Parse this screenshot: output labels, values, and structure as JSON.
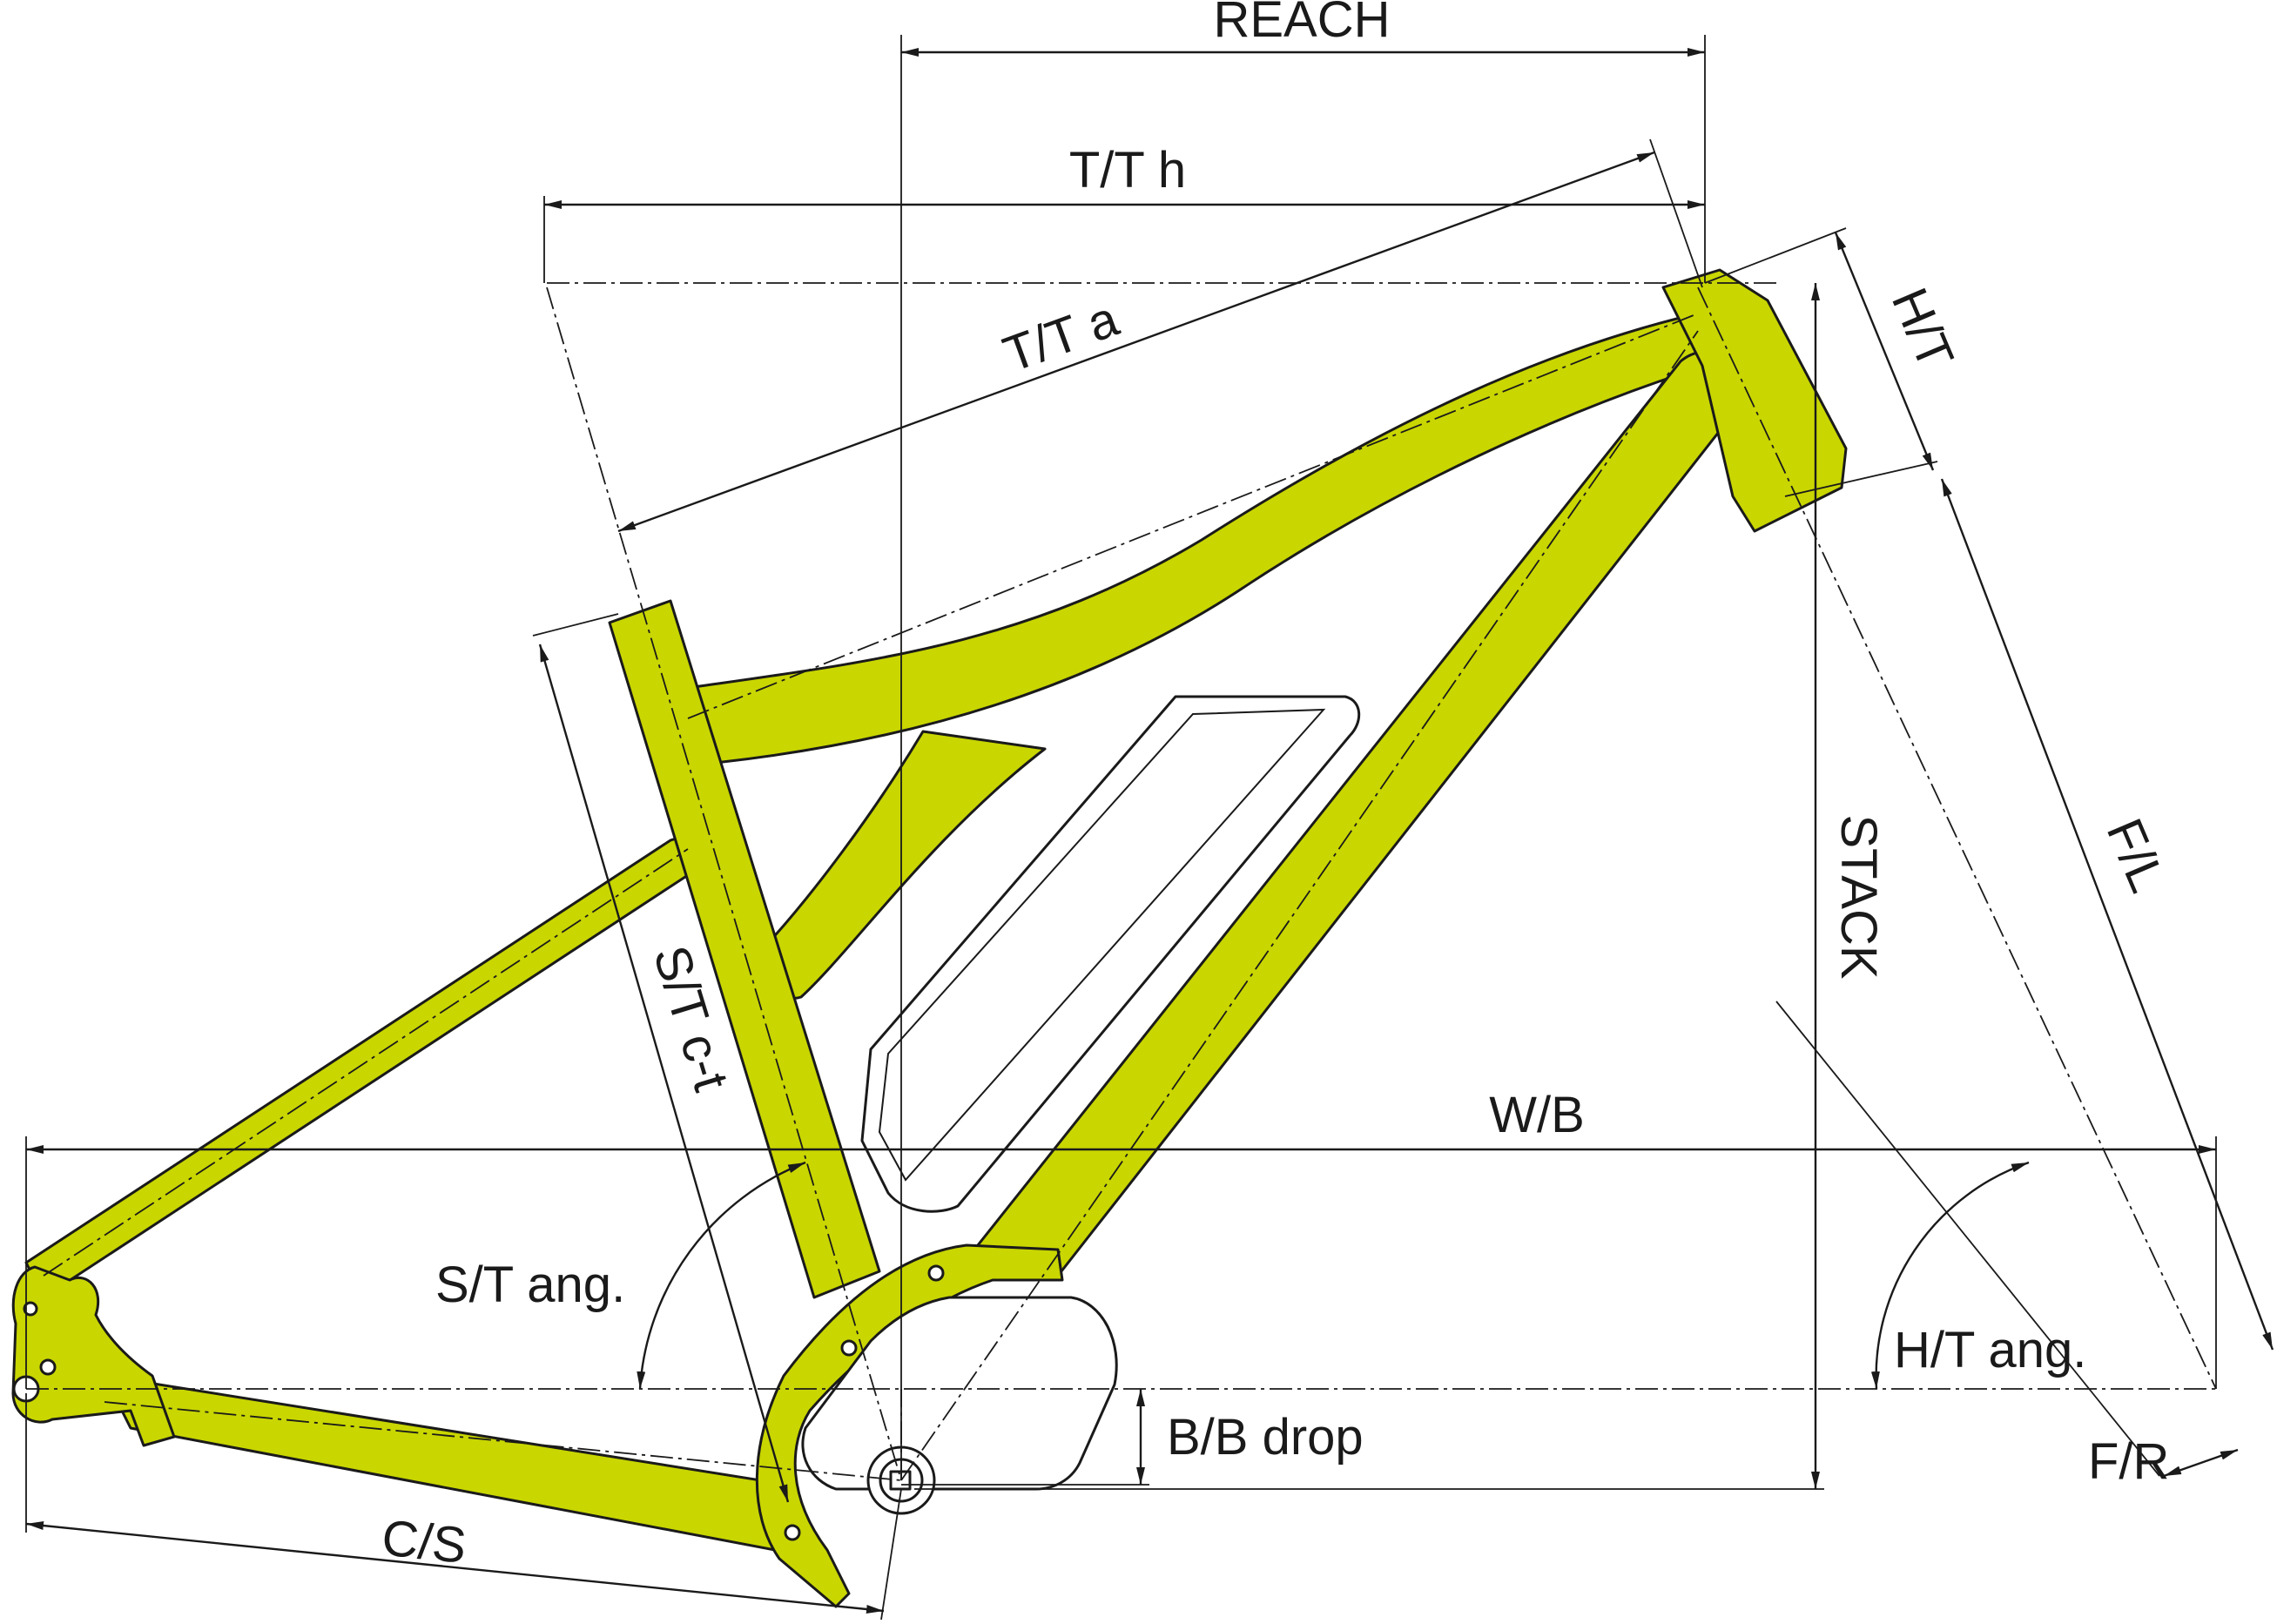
{
  "colors": {
    "frame": "#c9d600",
    "line": "#1a1a1a",
    "background": "#ffffff"
  },
  "labels": {
    "reach": "REACH",
    "top_tube_horizontal": "T/T h",
    "top_tube_actual": "T/T a",
    "head_tube": "H/T",
    "fork_length": "F/L",
    "stack": "STACK",
    "seat_tube_ct": "S/T c-t",
    "wheelbase": "W/B",
    "seat_tube_angle": "S/T ang.",
    "head_tube_angle": "H/T ang.",
    "bb_drop": "B/B drop",
    "chainstay": "C/S",
    "fork_rake": "F/R"
  }
}
